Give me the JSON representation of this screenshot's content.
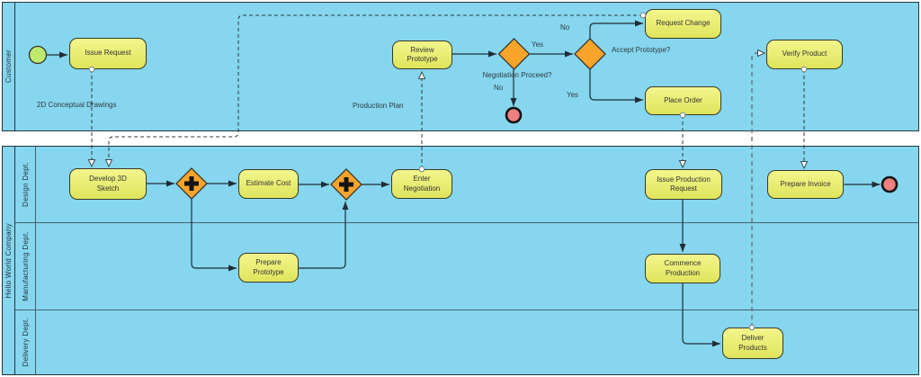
{
  "diagram_type": "BPMN business process diagram",
  "pools": {
    "customer": {
      "label": "Customer"
    },
    "company": {
      "label": "Hello World Company",
      "lanes": [
        {
          "label": "Design Dept."
        },
        {
          "label": "Manufacturing Dept."
        },
        {
          "label": "Delivery Dept."
        }
      ]
    }
  },
  "tasks": {
    "issue_request": "Issue Request",
    "review_prototype": "Review\nPrototype",
    "request_change": "Request Change",
    "place_order": "Place Order",
    "verify_product": "Verify Product",
    "develop_3d_sketch": "Develop 3D\nSketch",
    "estimate_cost": "Estimate Cost",
    "enter_negotiation": "Enter\nNegotiation",
    "prepare_prototype": "Prepare\nPrototype",
    "issue_production_request": "Issue Production\nRequest",
    "commence_production": "Commence\nProduction",
    "deliver_products": "Deliver\nProducts",
    "prepare_invoice": "Prepare Invoice"
  },
  "gateways": {
    "negotiation_proceed": "Negotiation Proceed?",
    "accept_prototype": "Accept Prototype?"
  },
  "flow_labels": {
    "negotiation_yes": "Yes",
    "negotiation_no": "No",
    "accept_no": "No",
    "accept_yes": "Yes",
    "msg_conceptual_drawings": "2D Conceptual Drawings",
    "msg_production_plan": "Production Plan"
  },
  "icons": {
    "parallel_gateway_marker": "+"
  },
  "colors": {
    "pool_fill": "#85d6ee",
    "task_fill": "#e9ed6f",
    "task_border": "#39392a",
    "gateway_fill": "#f8a32a",
    "start_event_fill": "#bee96b",
    "end_event_fill": "#ef8080",
    "sequence_flow": "#1f2d36",
    "lane_divider": "#46606b"
  }
}
